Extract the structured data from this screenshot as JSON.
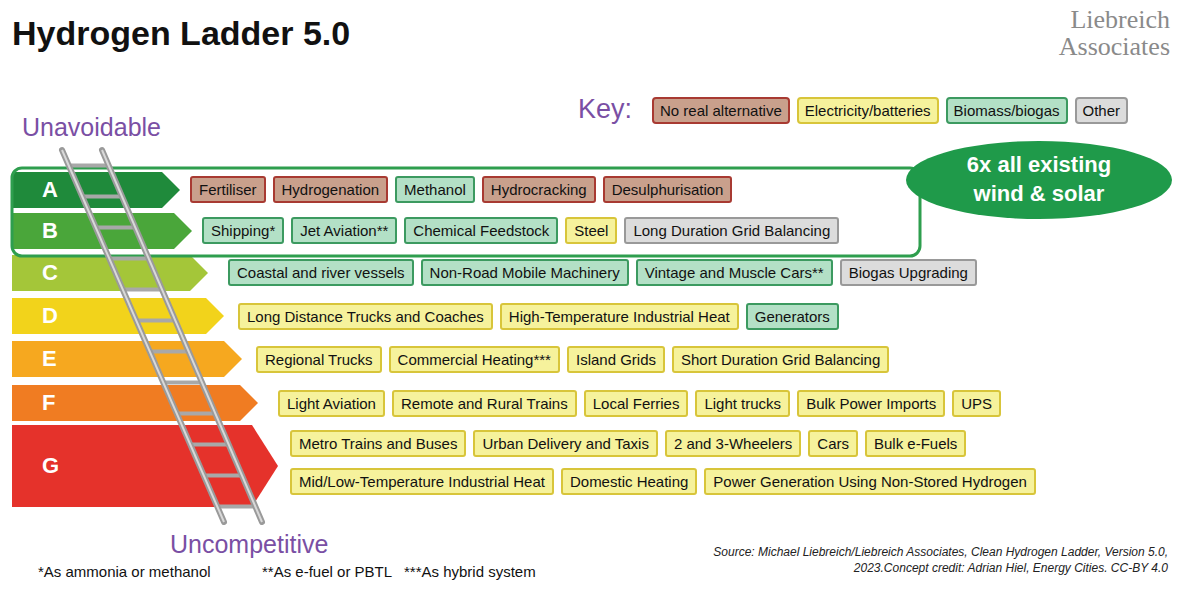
{
  "diagram": {
    "title": "Hydrogen Ladder 5.0",
    "nodes": [
      {
        "text": [
          "A"
        ]
      },
      {
        "text": [
          "Fertiliser"
        ]
      },
      {
        "text": [
          "Hydrogenation"
        ]
      },
      {
        "text": [
          "Methanol"
        ]
      },
      {
        "text": [
          "Hydrocracking"
        ]
      },
      {
        "text": [
          "Desulphurisation"
        ]
      },
      {
        "text": [
          "B"
        ]
      },
      {
        "text": [
          "Shipping*"
        ]
      },
      {
        "text": [
          "Jet Aviation**"
        ]
      },
      {
        "text": [
          "Chemical Feedstock"
        ]
      },
      {
        "text": [
          "Steel"
        ]
      },
      {
        "text": [
          "Long Duration Grid Balancing"
        ]
      },
      {
        "text": [
          "6x all existing wind & solar"
        ]
      },
      {
        "text": [
          "C"
        ]
      },
      {
        "text": [
          "Coastal and river vessels"
        ]
      },
      {
        "text": [
          "Non-Road Mobile Machinery"
        ]
      },
      {
        "text": [
          "Vintage and Muscle Cars**"
        ]
      },
      {
        "text": [
          "Biogas Upgrading"
        ]
      },
      {
        "text": [
          "D"
        ]
      },
      {
        "text": [
          "Long Distance Trucks and Coaches"
        ]
      },
      {
        "text": [
          "High-Temperature Industrial Heat"
        ]
      },
      {
        "text": [
          "Generators"
        ]
      },
      {
        "text": [
          "E"
        ]
      },
      {
        "text": [
          "Regional Trucks"
        ]
      },
      {
        "text": [
          "Commercial Heating***"
        ]
      },
      {
        "text": [
          "Island Grids"
        ]
      },
      {
        "text": [
          "Short Duration Grid Balancing"
        ]
      },
      {
        "text": [
          "F"
        ]
      },
      {
        "text": [
          "Light Aviation"
        ]
      },
      {
        "text": [
          "Remote and Rural Trains"
        ]
      },
      {
        "text": [
          "Local Ferries"
        ]
      },
      {
        "text": [
          "Light trucks"
        ]
      },
      {
        "text": [
          "Bulk Power Imports"
        ]
      },
      {
        "text": [
          "UPS"
        ]
      },
      {
        "text": [
          "G"
        ]
      },
      {
        "text": [
          "Metro Trains and Buses"
        ]
      },
      {
        "text": [
          "Urban Delivery and Taxis"
        ]
      },
      {
        "text": [
          "2 and 3-Wheelers"
        ]
      },
      {
        "text": [
          "Cars"
        ]
      },
      {
        "text": [
          "Bulk e-Fuels"
        ]
      },
      {
        "text": [
          "Mid/Low-Temperature Industrial Heat"
        ]
      },
      {
        "text": [
          "Domestic Heating"
        ]
      },
      {
        "text": [
          "Power Generation Using Non-Stored Hydrogen"
        ]
      }
    ],
    "labels": [
      "Liebreich Associates",
      "Key:",
      "Unavoidable",
      "Uncompetitive",
      "*As ammonia or methanol",
      "**As e-fuel or PBTL",
      "***As hybrid system",
      "Source: Michael Liebreich/Liebreich Associates, Clean Hydrogen Ladder, Version 5.0, 2023.Concept credit: Adrian Hiel, Energy Cities. CC-BY 4.0"
    ],
    "legend": [
      {
        "text": "No real alternative",
        "color": "#c9a08c"
      },
      {
        "text": "Electricity/batteries",
        "color": "#f6f29c"
      },
      {
        "text": "Biomass/biogas",
        "color": "#b3e0c6"
      },
      {
        "text": "Other",
        "color": "#dcdcdc"
      }
    ]
  }
}
